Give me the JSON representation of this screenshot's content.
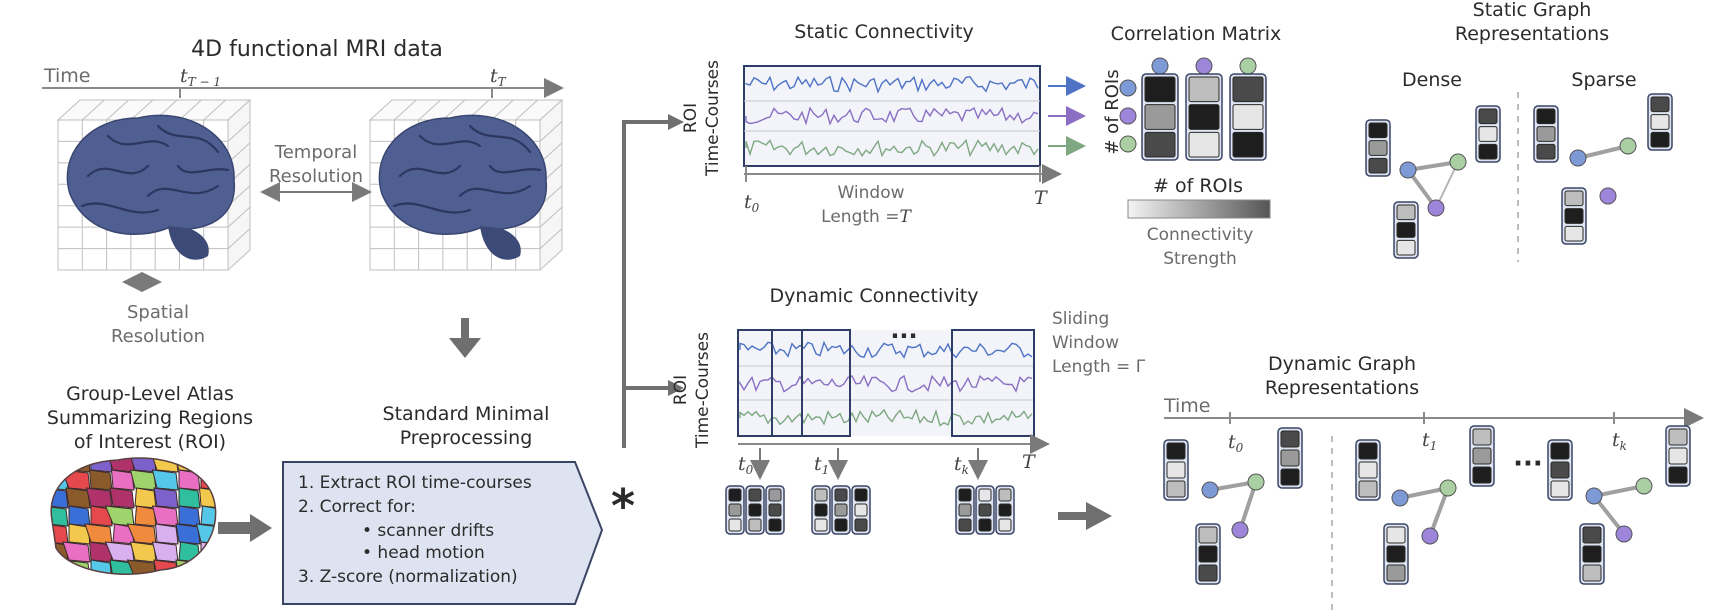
{
  "mri": {
    "title": "4D functional MRI data",
    "time_label": "Time",
    "t_prev": "t",
    "t_prev_sub": "T − 1",
    "t_cur": "t",
    "t_cur_sub": "T",
    "temporal_resolution": [
      "Temporal",
      "Resolution"
    ],
    "spatial_resolution": [
      "Spatial",
      "Resolution"
    ]
  },
  "atlas": {
    "title": [
      "Group-Level Atlas",
      "Summarizing Regions",
      "of Interest (ROI)"
    ]
  },
  "preprocessing": {
    "title": [
      "Standard Minimal",
      "Preprocessing"
    ],
    "steps": [
      "1.   Extract ROI time-courses",
      "2.   Correct for:",
      "•      scanner drifts",
      "•      head motion",
      "3.   Z-score (normalization)"
    ]
  },
  "asterisk": "*",
  "static": {
    "title": "Static Connectivity",
    "ylabel": [
      "ROI",
      "Time-Courses"
    ],
    "t0": "t",
    "t0_sub": "0",
    "tT": "T",
    "window": [
      "Window",
      "Length ="
    ],
    "window_T": "T"
  },
  "corr": {
    "title": "Correlation Matrix",
    "ylabel": "# of ROIs",
    "xlabel": "# of ROIs",
    "strength": [
      "Connectivity",
      "Strength"
    ]
  },
  "static_graph": {
    "title": [
      "Static Graph",
      "Representations"
    ],
    "dense": "Dense",
    "sparse": "Sparse"
  },
  "dynamic": {
    "title": "Dynamic Connectivity",
    "ylabel": [
      "ROI",
      "Time-Courses"
    ],
    "dots": "···",
    "sliding": [
      "Sliding",
      "Window",
      "Length = Γ"
    ],
    "t0": "t",
    "t0_sub": "0",
    "t1": "t",
    "t1_sub": "1",
    "tk": "t",
    "tk_sub": "k",
    "tT": "T"
  },
  "dyn_graph": {
    "title": [
      "Dynamic Graph",
      "Representations"
    ],
    "time_label": "Time",
    "t0": "t",
    "t0_sub": "0",
    "t1": "t",
    "t1_sub": "1",
    "tk": "t",
    "tk_sub": "k",
    "dots": "···"
  },
  "colors": {
    "blue": "#4e73c4",
    "purple": "#8a6fc2",
    "green": "#7fa882",
    "node_blue": "#7d9ad6",
    "node_purple": "#9d86d9",
    "node_green": "#a9cfa2",
    "brain": "#4f5f92",
    "box_fill": "#dde3f0",
    "box_stroke": "#3b4566"
  }
}
